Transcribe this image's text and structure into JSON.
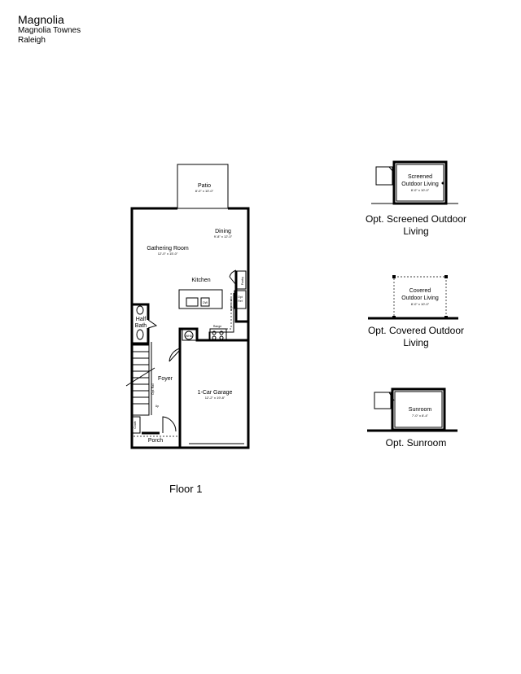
{
  "header": {
    "plan_name": "Magnolia",
    "community": "Magnolia Townes",
    "city": "Raleigh"
  },
  "floor": {
    "caption": "Floor 1",
    "rooms": {
      "patio": {
        "name": "Patio",
        "dims": "8'-0\" x 10'-0\""
      },
      "dining": {
        "name": "Dining",
        "dims": "9'-8\" x 12'-0\""
      },
      "gathering": {
        "name": "Gathering Room",
        "dims": "12'-0\" x 15'-0\""
      },
      "kitchen": {
        "name": "Kitchen"
      },
      "half_bath": {
        "name": "Half",
        "name2": "Bath"
      },
      "foyer": {
        "name": "Foyer"
      },
      "garage": {
        "name": "1-Car Garage",
        "dims": "12'-2\" x 19'-8\""
      },
      "porch": {
        "name": "Porch"
      }
    },
    "small_labels": {
      "pantry": "Pantry",
      "opt_ref": "Opt",
      "opt_ref2": "Ref",
      "range": "Range",
      "dw": "DW",
      "whd": "WHD",
      "coats": "Coats",
      "opt_rail": "Opt. Rail",
      "up": "Up",
      "upper_cab": "upper cab"
    }
  },
  "options": [
    {
      "id": "screened",
      "room_name": "Screened",
      "room_name2": "Outdoor Living",
      "dims": "8'-0\" x 10'-0\"",
      "caption": "Opt. Screened Outdoor",
      "caption2": "Living"
    },
    {
      "id": "covered",
      "room_name": "Covered",
      "room_name2": "Outdoor Living",
      "dims": "8'-0\" x 10'-0\"",
      "caption": "Opt. Covered Outdoor",
      "caption2": "Living"
    },
    {
      "id": "sunroom",
      "room_name": "Sunroom",
      "dims": "7'-0\" x 8'-4\"",
      "caption": "Opt. Sunroom"
    }
  ]
}
